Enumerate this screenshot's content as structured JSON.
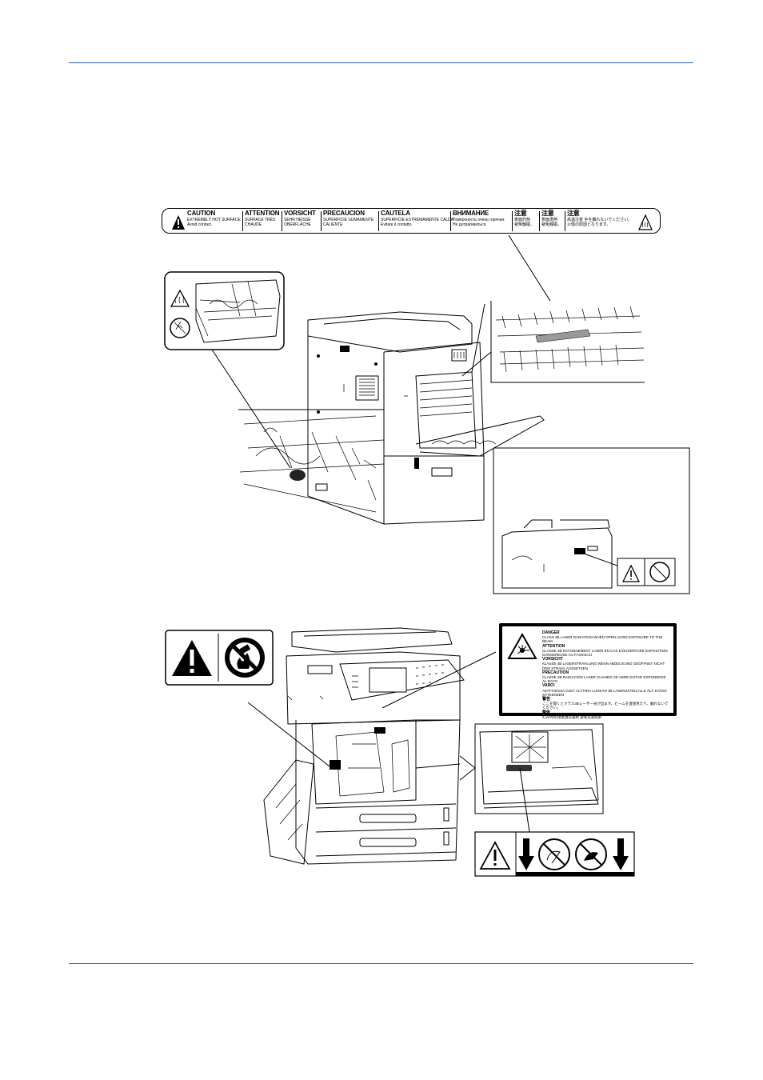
{
  "caution_label": {
    "columns": [
      {
        "heading": "CAUTION",
        "text": "EXTREMELY HOT SURFACE\nAvoid contact."
      },
      {
        "heading": "ATTENTION",
        "text": "SURFACE TRÈS\nCHAUDE"
      },
      {
        "heading": "VORSICHT",
        "text": "SEHR HEISSE\nOBERFLÄCHE"
      },
      {
        "heading": "PRECAUCION",
        "text": "SUPERFICIE SUMAMENTE\nCALIENTE"
      },
      {
        "heading": "CAUTELA",
        "text": "SUPERFICIE ESTREMAMENTE CALDA\nEvitare il contatto."
      },
      {
        "heading": "ВНИМАНИЕ",
        "text": "Поверхность очень горячая.\nНе дотрагиваться."
      },
      {
        "heading": "注意",
        "text": "表面灼热\n避免触碰。"
      },
      {
        "heading": "注意",
        "text": "表面燙熱\n避免觸碰。"
      },
      {
        "heading": "注意",
        "text": "高温注意 手を触れないでください。\n火傷の原因となります。"
      }
    ]
  },
  "laser_label": {
    "blocks": [
      {
        "heading": "DANGER",
        "text": "CLASS 3B LASER RADIATION WHEN OPEN AVOID EXPOSURE TO THE BEAM"
      },
      {
        "heading": "ATTENTION",
        "text": "CLASSE 3B RAYONNEMENT LASER EN CAS D'OUVERTURE EXPOSITION DANGEREUSE AU FAISCEAU"
      },
      {
        "heading": "VORSICHT",
        "text": "KLASSE 3B LASERSTRAHLUNG WENN ABDECKUNG GEÖFFNET NICHT DEM STRAHL AUSSETZEN"
      },
      {
        "heading": "PRECAUTION",
        "text": "CLASSE 3B RADIACION LASER CUANDO SE ABRE EVITAR EXPONERSE AL RAYO"
      },
      {
        "heading": "VARO!",
        "text": "AVATTAESSA OLET ALTTIINA LUOKAN 3B LASERSÄTEILYLLE ÄLÄ KATSO SÄTEESEEN"
      },
      {
        "heading": "警告",
        "text": "ここを開くとクラス3Bレーザー光が出ます。ビームを直接見たり、触れないでください。"
      },
      {
        "heading": "警告",
        "text": "打开时有3B类激光辐射 避免光束照射"
      }
    ]
  },
  "colors": {
    "rule": "#2a5db0",
    "ink": "#000000"
  }
}
